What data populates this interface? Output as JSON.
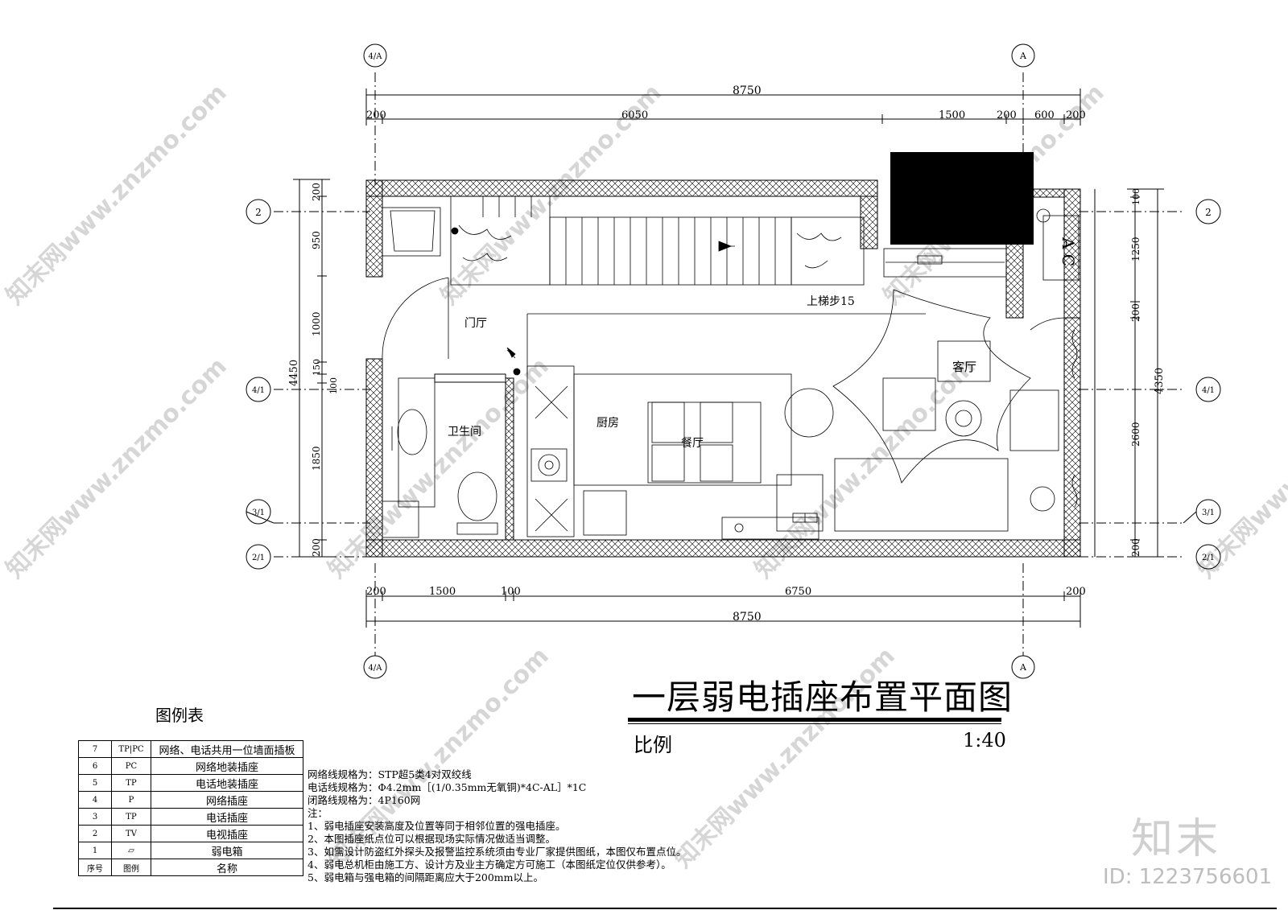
{
  "dimensions": {
    "top_total": "8750",
    "top_segments": [
      "200",
      "6050",
      "1500",
      "200",
      "600",
      "200"
    ],
    "bottom_segments": [
      "200",
      "1500",
      "100",
      "6750",
      "200"
    ],
    "bottom_total": "8750",
    "left_total": "4450",
    "left_segments": [
      "200",
      "950",
      "1000",
      "150",
      "100",
      "1850",
      "200"
    ],
    "right_total": "4350",
    "right_segments": [
      "100",
      "1250",
      "200",
      "2600",
      "200"
    ]
  },
  "axes": {
    "top_left": "4/A",
    "top_right": "A",
    "bottom_left": "4/A",
    "bottom_right": "A",
    "left_2": "2",
    "left_4_1": "4/1",
    "left_3_1": "3/1",
    "left_2_1": "2/1",
    "right_2": "2",
    "right_4_1": "4/1",
    "right_3_1": "3/1",
    "right_2_1": "2/1"
  },
  "rooms": {
    "foyer": "门厅",
    "bathroom": "卫生间",
    "kitchen": "厨房",
    "dining": "餐厅",
    "living": "客厅",
    "stairs": "上梯步15",
    "ac": "A C"
  },
  "drawing": {
    "title": "一层弱电插座布置平面图",
    "scale_label": "比例",
    "scale_value": "1:40"
  },
  "legend": {
    "title": "图例表",
    "rows": [
      {
        "no": "7",
        "symbol": "TP|PC",
        "name": "网络、电话共用一位墙面插板"
      },
      {
        "no": "6",
        "symbol": "PC",
        "name": "网络地装插座"
      },
      {
        "no": "5",
        "symbol": "TP",
        "name": "电话地装插座"
      },
      {
        "no": "4",
        "symbol": "P",
        "name": "网络插座"
      },
      {
        "no": "3",
        "symbol": "TP",
        "name": "电话插座"
      },
      {
        "no": "2",
        "symbol": "TV",
        "name": "电视插座"
      },
      {
        "no": "1",
        "symbol": "▱",
        "name": "弱电箱"
      }
    ],
    "header": {
      "no": "序号",
      "symbol": "图例",
      "name": "名称"
    }
  },
  "spec_notes": [
    "网络线规格为：STP超5类4对双绞线",
    "电话线规格为：Φ4.2mm［(1/0.35mm无氧铜)*4C-AL］*1C",
    "闭路线规格为：4P160网",
    "注：",
    "1、弱电插座安装高度及位置等同于相邻位置的强电插座。",
    "2、本图插座纸点位可以根据现场实际情况做适当调整。",
    "3、如需设计防盗红外探头及报警监控系统须由专业厂家提供图纸，本图仅布置点位。",
    "4、弱电总机柜由施工方、设计方及业主方确定方可施工（本图纸定位仅供参考）。",
    "5、弱电箱与强电箱的间隔距离应大于200mm以上。"
  ],
  "watermark": {
    "site": "知末网www.znzmo.com",
    "brand": "知末",
    "id": "ID: 1223756601"
  }
}
